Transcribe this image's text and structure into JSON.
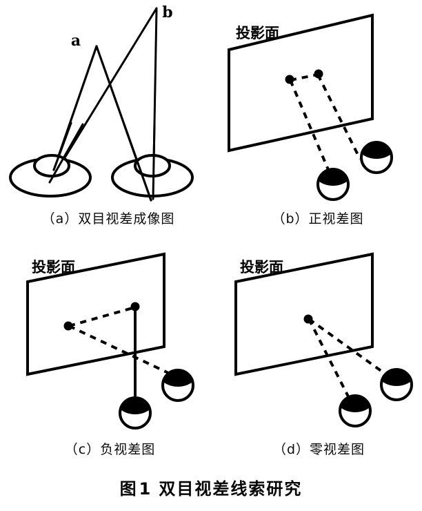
{
  "figure": {
    "title_prefix": "图",
    "title_number": "1",
    "title_text": "双目视差线索研究",
    "background_color": "#ffffff",
    "ink_color": "#000000"
  },
  "panels": [
    {
      "id": "a",
      "caption": "（a）双目视差成像图",
      "caption_index": "（a）",
      "caption_text": "双目视差成像图",
      "type": "binocular-parallax-imaging",
      "point_labels": [
        "a",
        "b"
      ],
      "eyes": [
        "left-eye-top-view",
        "right-eye-top-view"
      ],
      "plane_label": ""
    },
    {
      "id": "b",
      "caption": "（b）正视差图",
      "caption_index": "（b）",
      "caption_text": "正视差图",
      "type": "positive-parallax",
      "plane_label": "投影面",
      "dots": 2,
      "sightlines": "uncrossed",
      "eyes": [
        "left-eye",
        "right-eye"
      ]
    },
    {
      "id": "c",
      "caption": "（c）负视差图",
      "caption_index": "（c）",
      "caption_text": "负视差图",
      "type": "negative-parallax",
      "plane_label": "投影面",
      "dots": 2,
      "sightlines": "crossed",
      "eyes": [
        "left-eye",
        "right-eye"
      ]
    },
    {
      "id": "d",
      "caption": "（d）零视差图",
      "caption_index": "（d）",
      "caption_text": "零视差图",
      "type": "zero-parallax",
      "plane_label": "投影面",
      "dots": 1,
      "sightlines": "converging-single-point",
      "eyes": [
        "left-eye",
        "right-eye"
      ]
    }
  ]
}
